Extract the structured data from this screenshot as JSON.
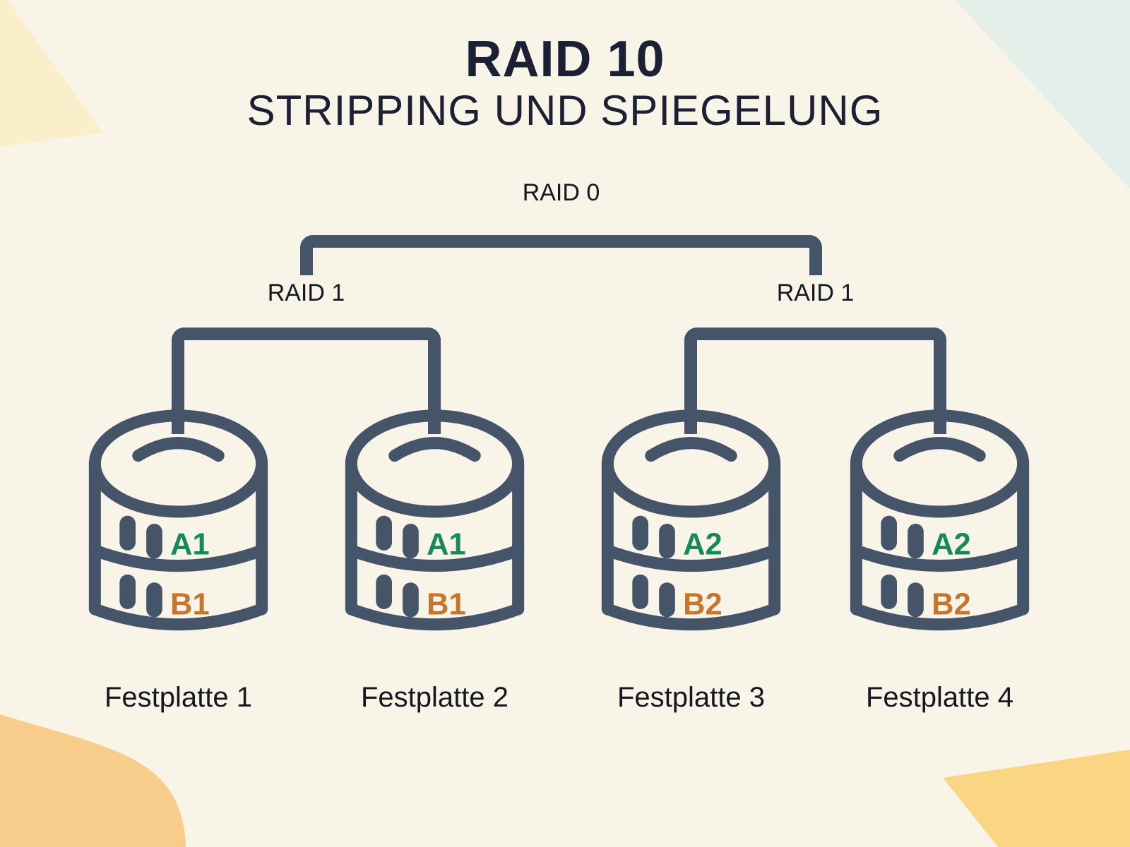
{
  "header": {
    "title": "RAID 10",
    "subtitle": "STRIPPING UND SPIEGELUNG"
  },
  "tree": {
    "root": {
      "label": "RAID 0"
    },
    "groups": [
      {
        "label": "RAID 1"
      },
      {
        "label": "RAID 1"
      }
    ]
  },
  "disks": [
    {
      "name": "Festplatte 1",
      "blocks": [
        {
          "label": "A1",
          "color": "#17875c"
        },
        {
          "label": "B1",
          "color": "#c6752b"
        }
      ]
    },
    {
      "name": "Festplatte 2",
      "blocks": [
        {
          "label": "A1",
          "color": "#17875c"
        },
        {
          "label": "B1",
          "color": "#c6752b"
        }
      ]
    },
    {
      "name": "Festplatte 3",
      "blocks": [
        {
          "label": "A2",
          "color": "#17875c"
        },
        {
          "label": "B2",
          "color": "#c6752b"
        }
      ]
    },
    {
      "name": "Festplatte 4",
      "blocks": [
        {
          "label": "A2",
          "color": "#17875c"
        },
        {
          "label": "B2",
          "color": "#c6752b"
        }
      ]
    }
  ],
  "colors": {
    "background": "#f9f4e8",
    "line_slate": "#465469",
    "title_navy": "#1b2133",
    "block_a_green": "#17875c",
    "block_b_orange": "#c6752b",
    "decor_top_left": "#faeecb",
    "decor_top_right": "#e4efe9",
    "decor_bottom_left": "#f8cc8b",
    "decor_bottom_right": "#fad584"
  }
}
